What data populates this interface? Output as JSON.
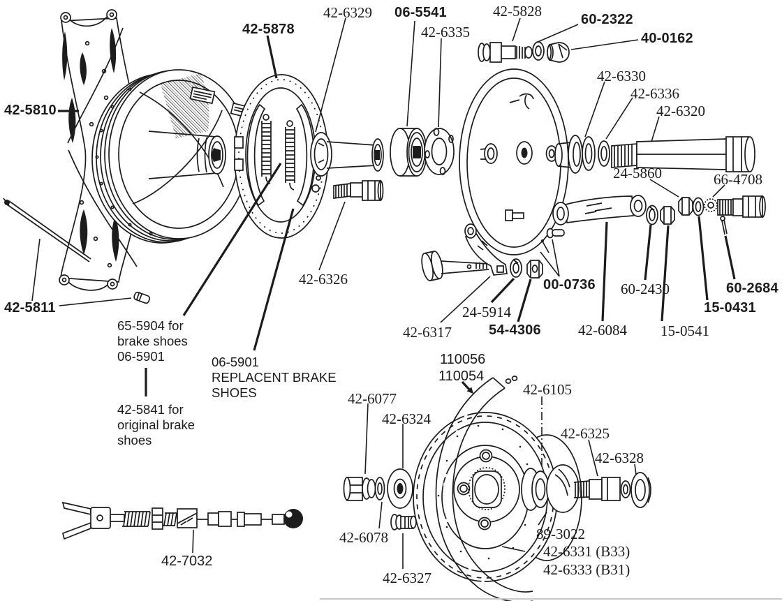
{
  "colors": {
    "ink": "#1c1c1c",
    "paper": "#ffffff",
    "scan_edge": "#c9c9c9"
  },
  "diagram": {
    "callouts": [
      {
        "id": "42-5810",
        "text": "42-5810",
        "emphasis": true
      },
      {
        "id": "42-5878",
        "text": "42-5878",
        "emphasis": true
      },
      {
        "id": "42-6329",
        "text": "42-6329",
        "emphasis": false
      },
      {
        "id": "06-5541",
        "text": "06-5541",
        "emphasis": true
      },
      {
        "id": "42-6335",
        "text": "42-6335",
        "emphasis": false
      },
      {
        "id": "42-5828",
        "text": "42-5828",
        "emphasis": false
      },
      {
        "id": "60-2322",
        "text": "60-2322",
        "emphasis": true
      },
      {
        "id": "40-0162",
        "text": "40-0162",
        "emphasis": true
      },
      {
        "id": "42-6330",
        "text": "42-6330",
        "emphasis": false
      },
      {
        "id": "42-6336",
        "text": "42-6336",
        "emphasis": false
      },
      {
        "id": "42-6320",
        "text": "42-6320",
        "emphasis": false
      },
      {
        "id": "24-5860",
        "text": "24-5860",
        "emphasis": false
      },
      {
        "id": "66-4708",
        "text": "66-4708",
        "emphasis": false
      },
      {
        "id": "42-5811",
        "text": "42-5811",
        "emphasis": true
      },
      {
        "id": "42-6326",
        "text": "42-6326",
        "emphasis": false
      },
      {
        "id": "00-0736",
        "text": "00-0736",
        "emphasis": true
      },
      {
        "id": "42-6317",
        "text": "42-6317",
        "emphasis": false
      },
      {
        "id": "24-5914",
        "text": "24-5914",
        "emphasis": false
      },
      {
        "id": "54-4306",
        "text": "54-4306",
        "emphasis": true
      },
      {
        "id": "42-6084",
        "text": "42-6084",
        "emphasis": false
      },
      {
        "id": "60-2430",
        "text": "60-2430",
        "emphasis": false
      },
      {
        "id": "15-0541",
        "text": "15-0541",
        "emphasis": false
      },
      {
        "id": "15-0431",
        "text": "15-0431",
        "emphasis": true
      },
      {
        "id": "60-2684",
        "text": "60-2684",
        "emphasis": true
      },
      {
        "id": "note-65-5904",
        "text": "65-5904 for\nbrake shoes\n06-5901",
        "emphasis": false
      },
      {
        "id": "note-06-5901",
        "text": "06-5901\nREPLACENT BRAKE\nSHOES",
        "emphasis": false
      },
      {
        "id": "note-42-5841",
        "text": "42-5841 for\noriginal brake\nshoes",
        "emphasis": false
      },
      {
        "id": "110056",
        "text": "110056",
        "emphasis": false
      },
      {
        "id": "110054",
        "text": "110054",
        "emphasis": false
      },
      {
        "id": "42-6105",
        "text": "42-6105",
        "emphasis": false
      },
      {
        "id": "42-6077",
        "text": "42-6077",
        "emphasis": false
      },
      {
        "id": "42-6324",
        "text": "42-6324",
        "emphasis": false
      },
      {
        "id": "42-6325",
        "text": "42-6325",
        "emphasis": false
      },
      {
        "id": "42-6328",
        "text": "42-6328",
        "emphasis": false
      },
      {
        "id": "42-6078",
        "text": "42-6078",
        "emphasis": false
      },
      {
        "id": "42-6327",
        "text": "42-6327",
        "emphasis": false
      },
      {
        "id": "89-3022",
        "text": "89-3022",
        "emphasis": false
      },
      {
        "id": "42-6331-B33",
        "text": "42-6331 (B33)",
        "emphasis": false
      },
      {
        "id": "42-6333-B31",
        "text": "42-6333 (B31)",
        "emphasis": false
      },
      {
        "id": "42-7032",
        "text": "42-7032",
        "emphasis": false
      }
    ]
  }
}
